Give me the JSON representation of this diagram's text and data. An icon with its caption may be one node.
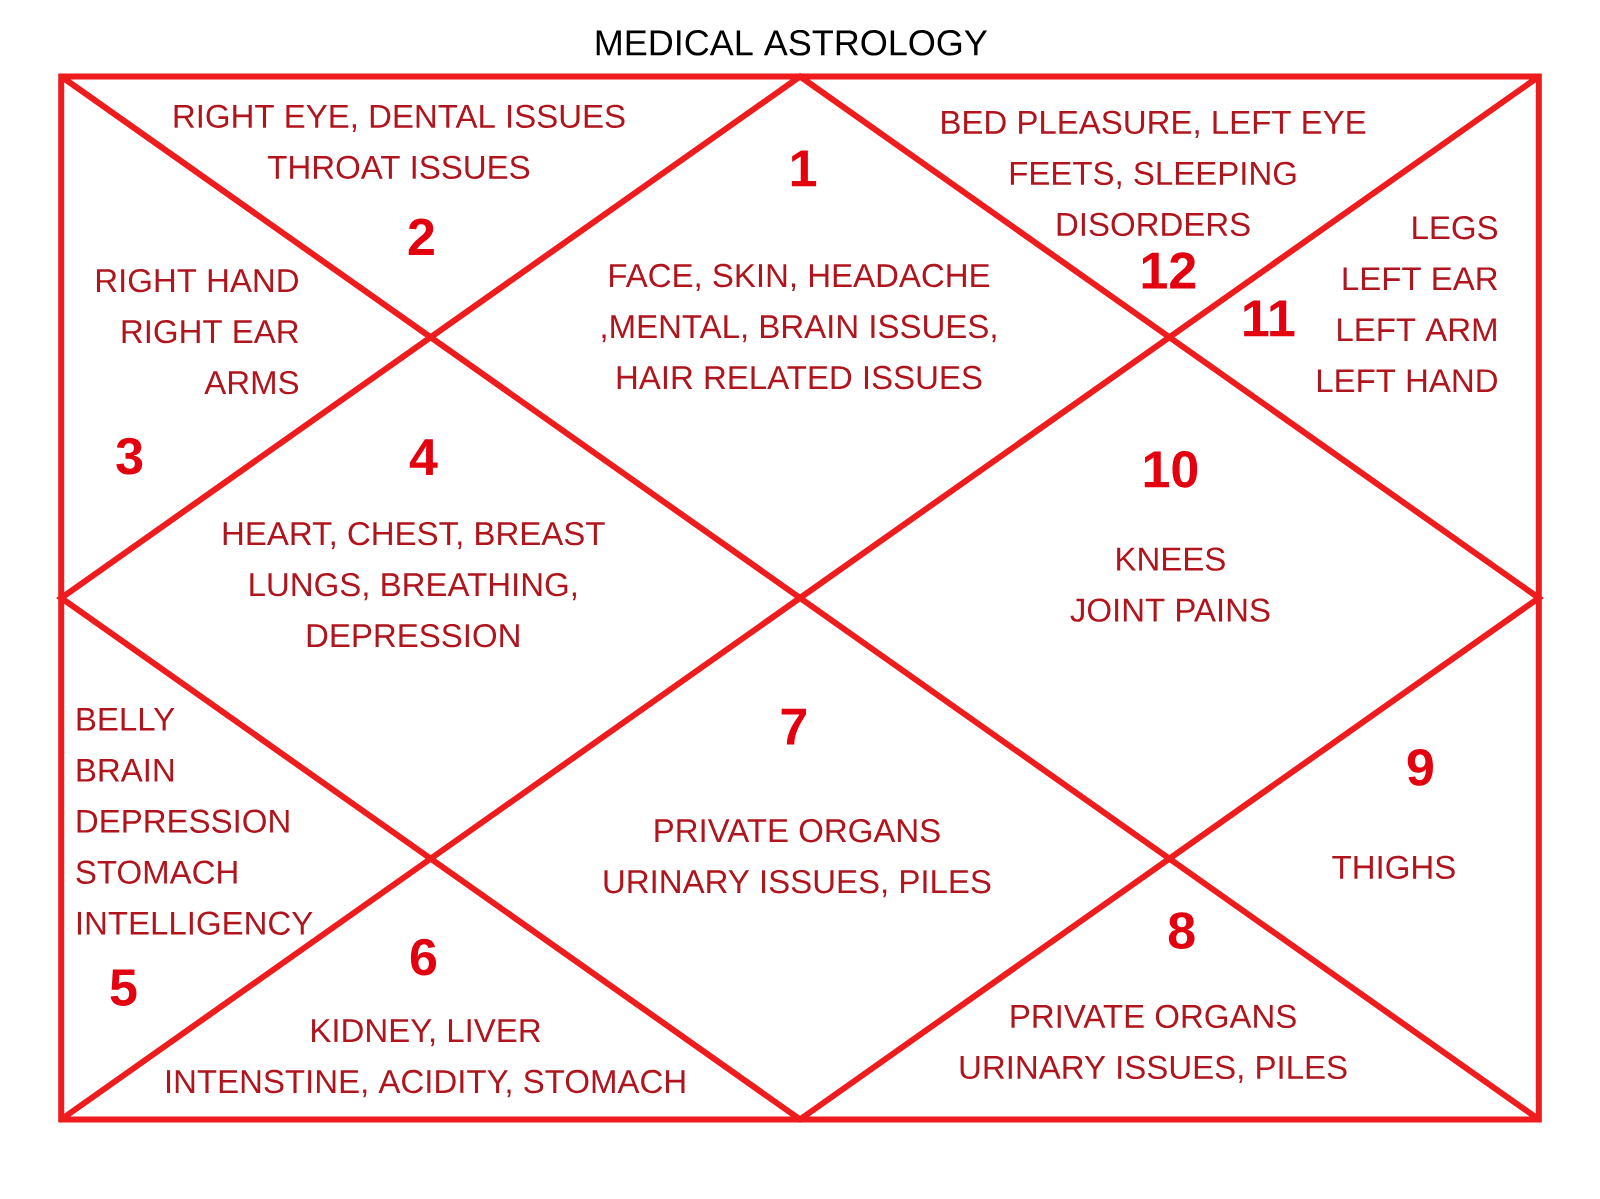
{
  "diagram": {
    "title": "MEDICAL ASTROLOGY",
    "nodes": [
      {
        "text": [
          "1",
          "FACE, SKIN, HEADACHE",
          ",MENTAL, BRAIN ISSUES,",
          "HAIR RELATED ISSUES"
        ]
      },
      {
        "text": [
          "RIGHT EYE, DENTAL ISSUES",
          "THROAT ISSUES",
          "2"
        ]
      },
      {
        "text": [
          "RIGHT HAND",
          "RIGHT EAR",
          "ARMS",
          "3"
        ]
      },
      {
        "text": [
          "4",
          "HEART, CHEST, BREAST",
          "LUNGS, BREATHING,",
          "DEPRESSION"
        ]
      },
      {
        "text": [
          "BELLY",
          "BRAIN",
          "DEPRESSION",
          "STOMACH",
          "INTELLIGENCY",
          "5"
        ]
      },
      {
        "text": [
          "6",
          "KIDNEY, LIVER",
          "INTENSTINE, ACIDITY, STOMACH"
        ]
      },
      {
        "text": [
          "7",
          "PRIVATE ORGANS",
          "URINARY ISSUES, PILES"
        ]
      },
      {
        "text": [
          "8",
          "PRIVATE ORGANS",
          "URINARY ISSUES, PILES"
        ]
      },
      {
        "text": [
          "9",
          "THIGHS"
        ]
      },
      {
        "text": [
          "10",
          "KNEES",
          "JOINT PAINS"
        ]
      },
      {
        "text": [
          "11",
          "LEGS",
          "LEFT EAR",
          "LEFT ARM",
          "LEFT HAND"
        ]
      },
      {
        "text": [
          "BED PLEASURE, LEFT EYE",
          "FEETS, SLEEPING",
          "DISORDERS",
          "12"
        ]
      }
    ],
    "edges": []
  }
}
